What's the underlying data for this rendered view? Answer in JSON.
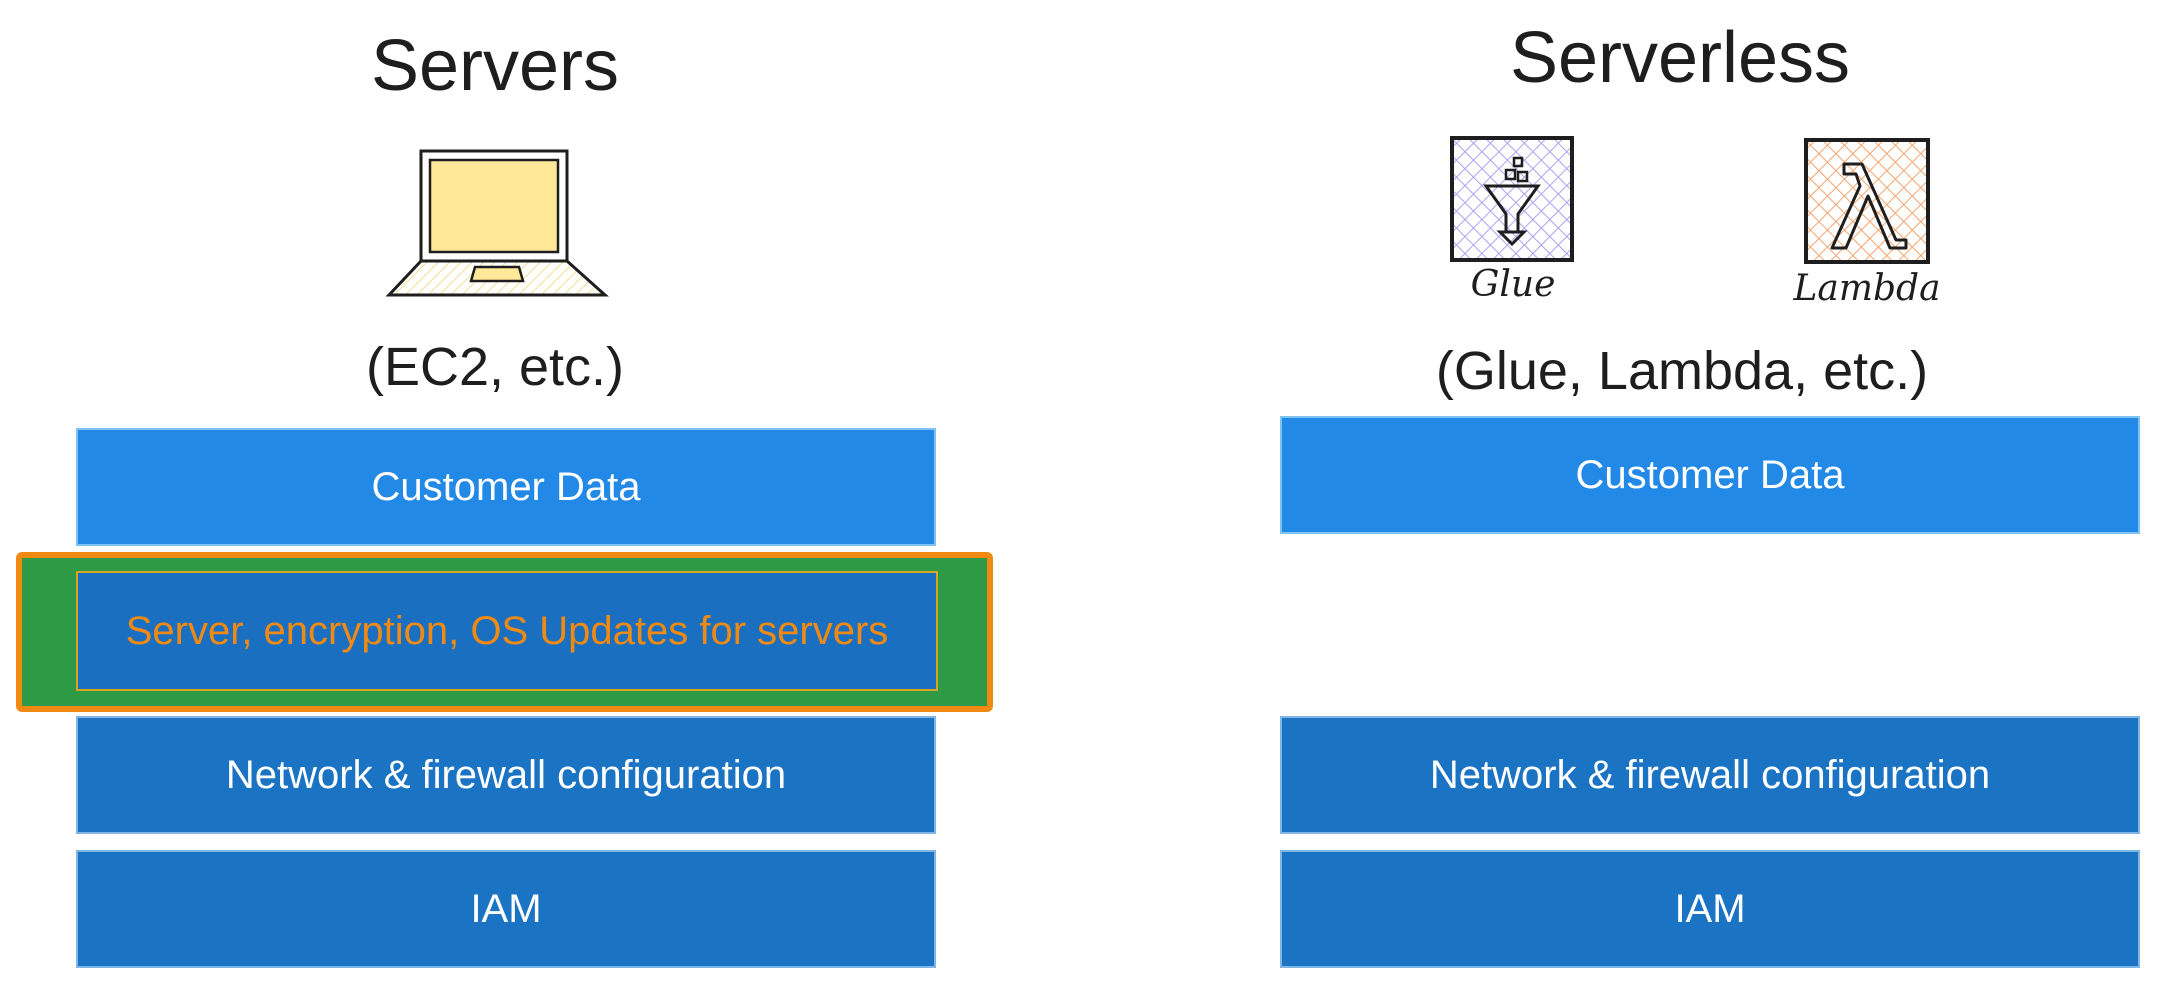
{
  "servers": {
    "title": "Servers",
    "subtitle": "(EC2, etc.)",
    "layers": {
      "customer_data": "Customer Data",
      "server_os": "Server, encryption, OS Updates for servers",
      "network": "Network & firewall configuration",
      "iam": "IAM"
    }
  },
  "serverless": {
    "title": "Serverless",
    "subtitle": "(Glue, Lambda, etc.)",
    "icons": {
      "glue": "Glue",
      "lambda": "Lambda"
    },
    "layers": {
      "customer_data": "Customer Data",
      "network": "Network & firewall configuration",
      "iam": "IAM"
    }
  },
  "colors": {
    "layer_light": "#2389e6",
    "layer_dark": "#1b73c4",
    "highlight_fill": "#2e9a46",
    "highlight_border": "#f08a12",
    "highlight_text": "#f08a12",
    "laptop_screen": "#ffe999",
    "glue_hatch": "#a9a3f5",
    "lambda_hatch": "#f5a56e"
  },
  "icon_names": [
    "laptop-icon",
    "glue-icon",
    "lambda-icon"
  ]
}
